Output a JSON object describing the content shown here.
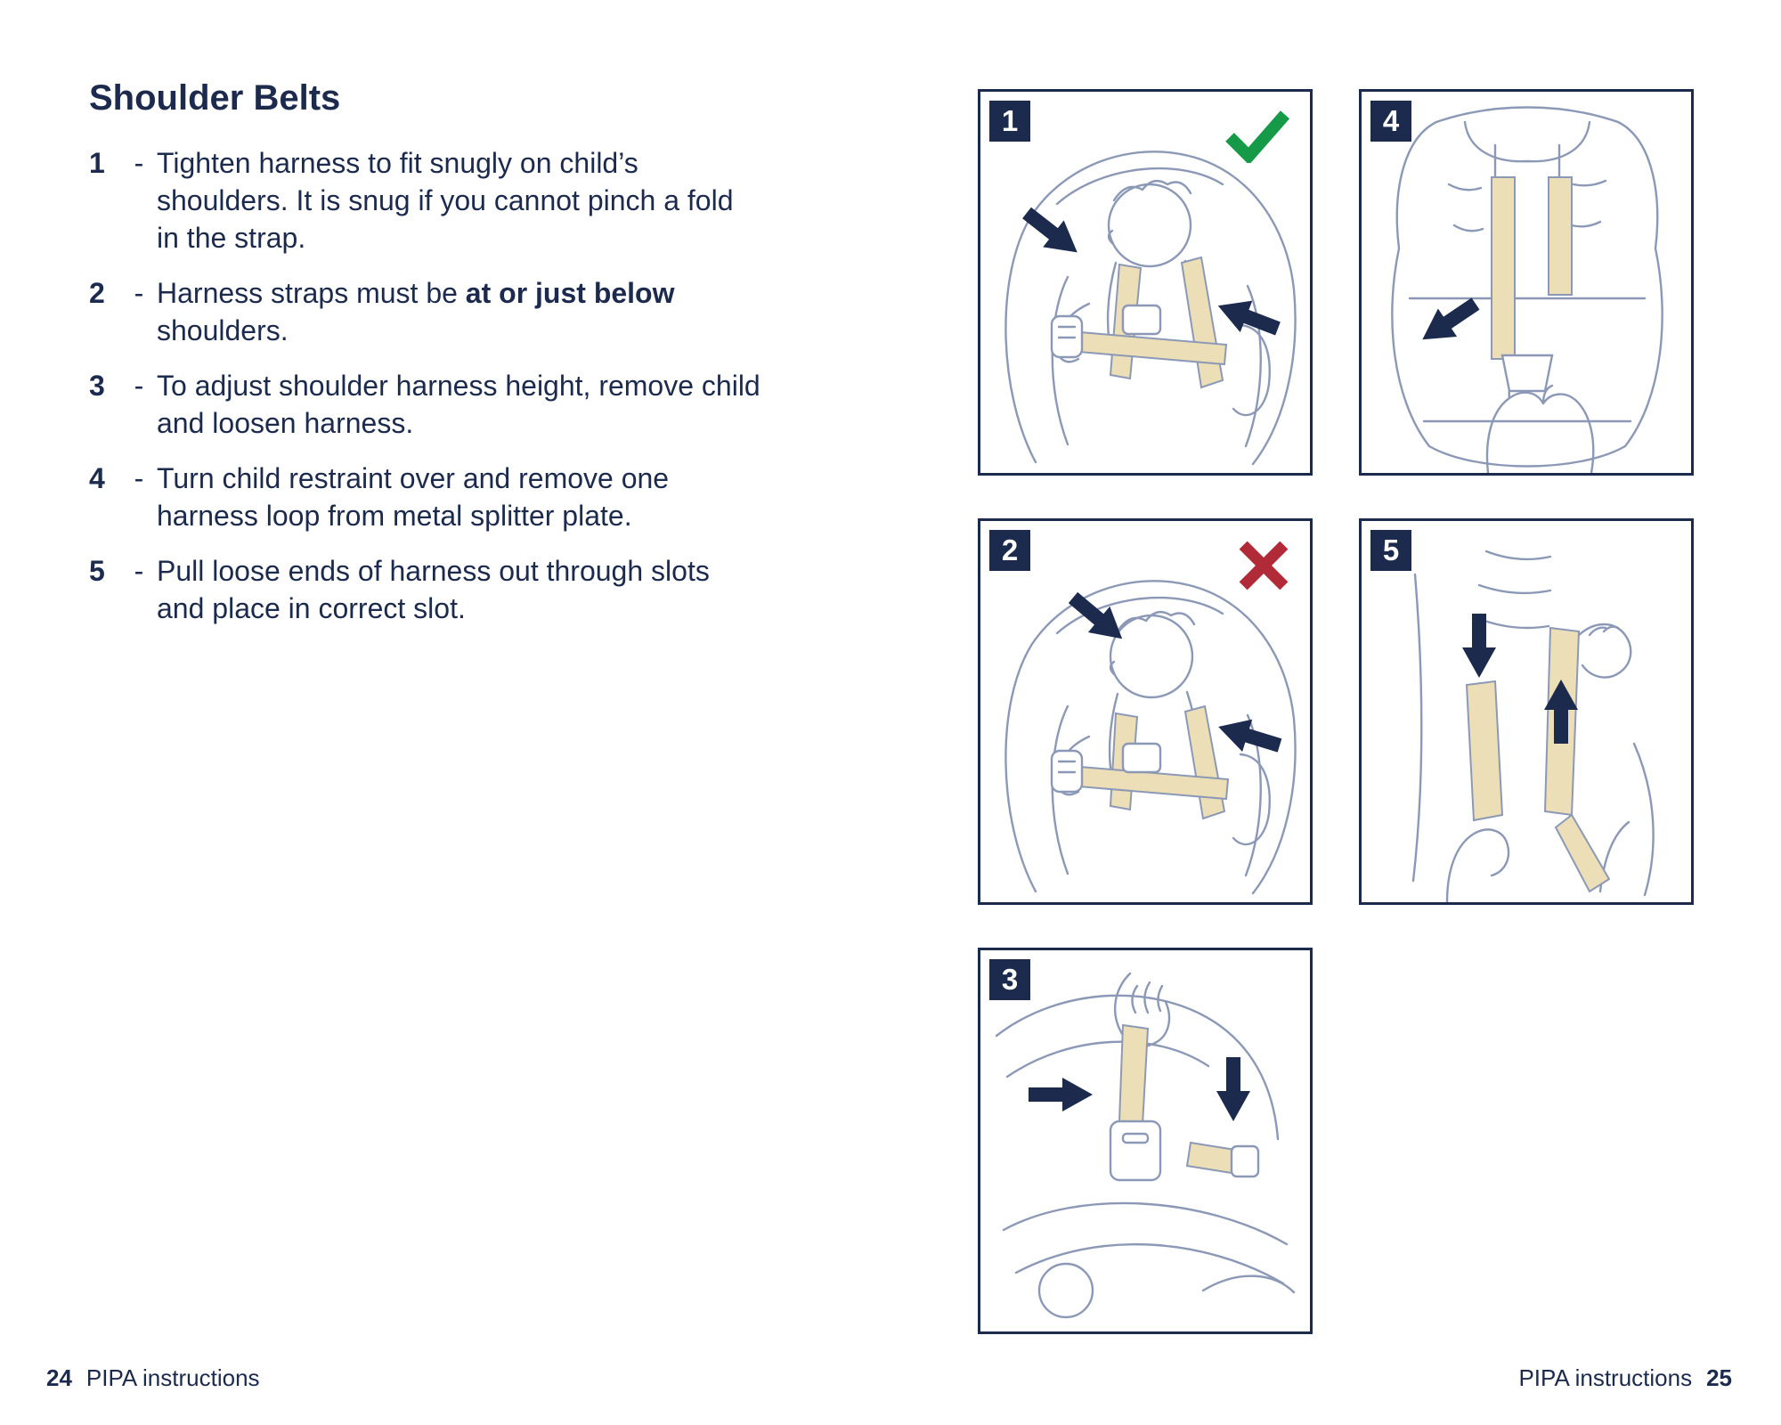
{
  "colors": {
    "navy": "#1c2b4d",
    "green": "#169a48",
    "red": "#b02a37",
    "strap": "#ecdeb6",
    "line": "#8c99b6"
  },
  "heading": "Shoulder Belts",
  "list_dash": "-",
  "list": [
    {
      "num": "1",
      "pre": "Tighten harness to fit snugly on child’s shoulders. It is snug if you cannot pinch a fold in the strap."
    },
    {
      "num": "2",
      "pre": "Harness straps must be ",
      "bold": "at or just below",
      "post": " shoulders."
    },
    {
      "num": "3",
      "pre": "To adjust shoulder harness height, remove child and loosen harness."
    },
    {
      "num": "4",
      "pre": "Turn child restraint over and remove one harness loop from metal splitter plate."
    },
    {
      "num": "5",
      "pre": "Pull loose ends of harness out through slots and place in correct slot."
    }
  ],
  "panels": [
    {
      "num": "1",
      "mark": "correct"
    },
    {
      "num": "2",
      "mark": "incorrect"
    },
    {
      "num": "3",
      "mark": ""
    },
    {
      "num": "4",
      "mark": ""
    },
    {
      "num": "5",
      "mark": ""
    }
  ],
  "footer": {
    "left_page": "24",
    "left_label": "PIPA instructions",
    "right_label": "PIPA instructions",
    "right_page": "25"
  }
}
